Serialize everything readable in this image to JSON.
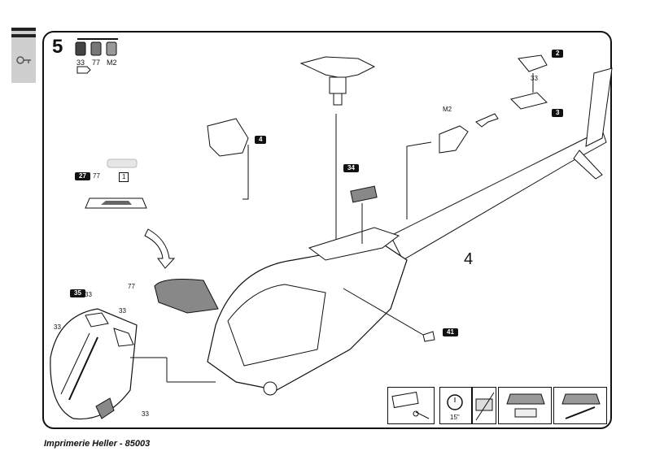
{
  "step_number": "5",
  "paints": [
    "33",
    "77",
    "M2"
  ],
  "part_badges": {
    "canopy_frame": "2",
    "rotor_hub_part": "3",
    "intake_cowl": "4",
    "window_panel": "34",
    "glazing_left": "35",
    "seat_decal": "27",
    "decal_box": "1",
    "antenna": "41"
  },
  "paint_labels": {
    "near_27": "77",
    "near_35": "33",
    "canopy_a": "33",
    "canopy_b": "33",
    "canopy_c": "33",
    "shade": "77",
    "exhaust": "M2",
    "rotor_hub": "33"
  },
  "fuselage_part_number": "4",
  "instruction_panels": [
    {
      "icon": "decal-cut-icon"
    },
    {
      "icon": "timer-icon",
      "label": "15\""
    },
    {
      "icon": "decal-apply-icon"
    },
    {
      "icon": "decal-position-icon"
    },
    {
      "icon": "decal-press-icon"
    }
  ],
  "footer_text": "Imprimerie Heller - 85003"
}
